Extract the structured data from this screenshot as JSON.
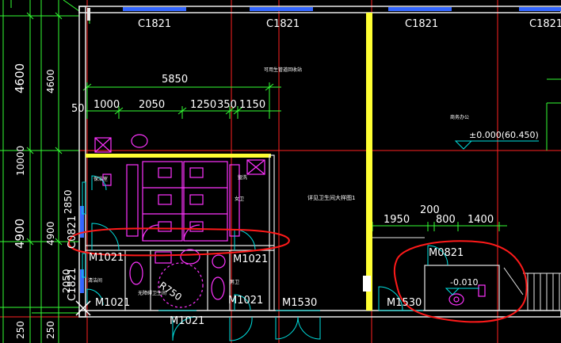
{
  "colors": {
    "background": "#000000",
    "dimension": "#33ff33",
    "wall": "#e8e8e8",
    "wall_highlight": "#ffff33",
    "fixture": "#ff33ff",
    "door": "#00e0e0",
    "grid": "#ff2222",
    "annotation_circle": "#ff1a1a",
    "text": "#ffffff",
    "window": "#3366ff"
  },
  "window_labels": [
    "C1821",
    "C1821",
    "C1821",
    "C1821",
    "C0821",
    "C1821"
  ],
  "door_labels": [
    "M1021",
    "M1021",
    "M1021",
    "M1021",
    "M1021",
    "M1530",
    "M1530",
    "M0821"
  ],
  "left_dims": {
    "outer_4600": "4600",
    "outer_10000": "10000",
    "outer_4900": "4900",
    "outer_250": "250",
    "inner_4600": "4600",
    "inner_4900": "4900",
    "inner_2850": "2850",
    "inner_2050": "2050",
    "inner_250": "250"
  },
  "top_dims": {
    "total": "5850",
    "left_50": "50",
    "segments": [
      "1000",
      "2050",
      "1250",
      "350",
      "1150"
    ]
  },
  "right_dims": [
    "1950",
    "200",
    "800",
    "1400"
  ],
  "room_notes": {
    "water_pipe": "可用生管道回收站",
    "staff_office": "商务办公",
    "detail_ref": "详见卫生间大样图1",
    "female_wc": "女卫",
    "male_wc": "男卫",
    "accessible_wc": "无障碍卫生间",
    "cleaning_room": "清洁间",
    "janitor": "保洁室",
    "wash": "盥洗"
  },
  "levels": {
    "floor": "±0.000(60.450)",
    "wc": "-0.010"
  },
  "radius_label": "R750"
}
